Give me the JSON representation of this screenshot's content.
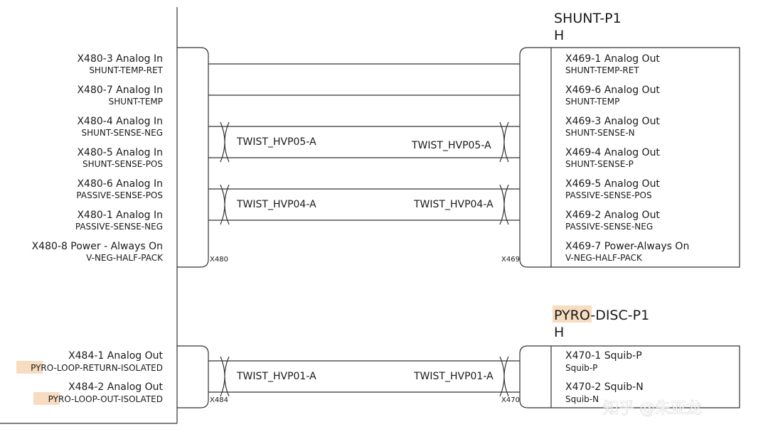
{
  "connectors": {
    "shunt": {
      "title": "SHUNT-P1",
      "subtitle": "H",
      "left_id": "X480",
      "right_id": "X469",
      "left_pins": [
        {
          "pin": "X480-3 Analog In",
          "signal": "SHUNT-TEMP-RET"
        },
        {
          "pin": "X480-7 Analog In",
          "signal": "SHUNT-TEMP"
        },
        {
          "pin": "X480-4 Analog In",
          "signal": "SHUNT-SENSE-NEG"
        },
        {
          "pin": "X480-5 Analog In",
          "signal": "SHUNT-SENSE-POS"
        },
        {
          "pin": "X480-6 Analog In",
          "signal": "PASSIVE-SENSE-POS"
        },
        {
          "pin": "X480-1 Analog In",
          "signal": "PASSIVE-SENSE-NEG"
        },
        {
          "pin": "X480-8 Power - Always On",
          "signal": "V-NEG-HALF-PACK"
        }
      ],
      "right_pins": [
        {
          "pin": "X469-1 Analog Out",
          "signal": "SHUNT-TEMP-RET"
        },
        {
          "pin": "X469-6 Analog Out",
          "signal": "SHUNT-TEMP"
        },
        {
          "pin": "X469-3 Analog Out",
          "signal": "SHUNT-SENSE-N"
        },
        {
          "pin": "X469-4 Analog Out",
          "signal": "SHUNT-SENSE-P"
        },
        {
          "pin": "X469-5 Analog Out",
          "signal": "PASSIVE-SENSE-POS"
        },
        {
          "pin": "X469-2 Analog Out",
          "signal": "PASSIVE-SENSE-NEG"
        },
        {
          "pin": "X469-7 Power-Always On",
          "signal": "V-NEG-HALF-PACK"
        }
      ],
      "twists": [
        {
          "left_label": "TWIST_HVP05-A",
          "right_label": "TWIST_HVP05-A"
        },
        {
          "left_label": "TWIST_HVP04-A",
          "right_label": "TWIST_HVP04-A"
        }
      ]
    },
    "pyro": {
      "title_highlight": "PYRO",
      "title_rest": "-DISC-P1",
      "subtitle": "H",
      "left_id": "X484",
      "right_id": "X470",
      "left_pins": [
        {
          "pin": "X484-1 Analog Out",
          "signal_highlight": "PYRO",
          "signal_rest": "-LOOP-RETURN-ISOLATED"
        },
        {
          "pin": "X484-2 Analog Out",
          "signal_highlight": "PYRO",
          "signal_rest": "-LOOP-OUT-ISOLATED"
        }
      ],
      "right_pins": [
        {
          "pin": "X470-1 Squib-P",
          "signal": "Squib-P"
        },
        {
          "pin": "X470-2 Squib-N",
          "signal": "Squib-N"
        }
      ],
      "twists": [
        {
          "left_label": "TWIST_HVP01-A",
          "right_label": "TWIST_HVP01-A"
        }
      ]
    }
  },
  "watermark": "知乎 @朱亚龙",
  "colors": {
    "line": "#333333",
    "highlight": "#f7dcc0",
    "background": "#ffffff"
  }
}
